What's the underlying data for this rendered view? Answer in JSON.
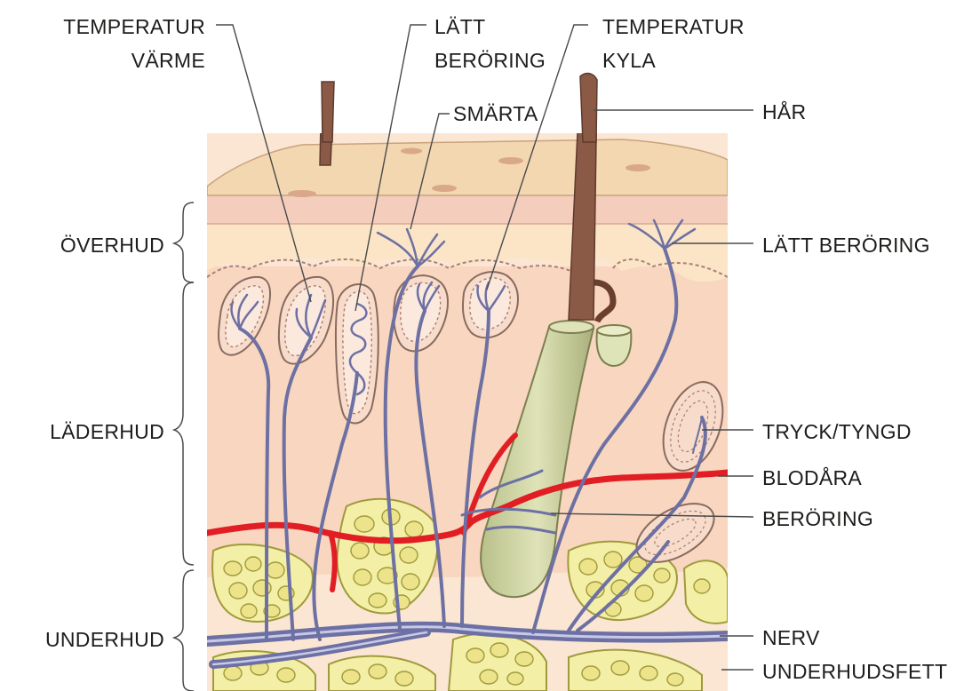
{
  "labels": {
    "temp_warm_line1": "TEMPERATUR",
    "temp_warm_line2": "VÄRME",
    "light_touch_top_line1": "LÄTT",
    "light_touch_top_line2": "BERÖRING",
    "temp_cold_line1": "TEMPERATUR",
    "temp_cold_line2": "KYLA",
    "pain": "SMÄRTA",
    "hair": "HÅR",
    "epidermis": "ÖVERHUD",
    "light_touch_right": "LÄTT BERÖRING",
    "dermis": "LÄDERHUD",
    "pressure": "TRYCK/TYNGD",
    "blood_vessel": "BLODÅRA",
    "touch": "BERÖRING",
    "hypodermis": "UNDERHUD",
    "nerve": "NERV",
    "subcutaneous_fat": "UNDERHUDSFETT"
  },
  "colors": {
    "skin_surface": "#f3d7b1",
    "epidermis": "#fbe5c6",
    "dermis": "#f8d6bf",
    "hypodermis": "#fae6d3",
    "fat": "#f3efa6",
    "nerve": "#6d70a3",
    "blood_vessel": "#e01e24",
    "hair": "#8b5a46",
    "follicle": "#c9cf9c"
  }
}
